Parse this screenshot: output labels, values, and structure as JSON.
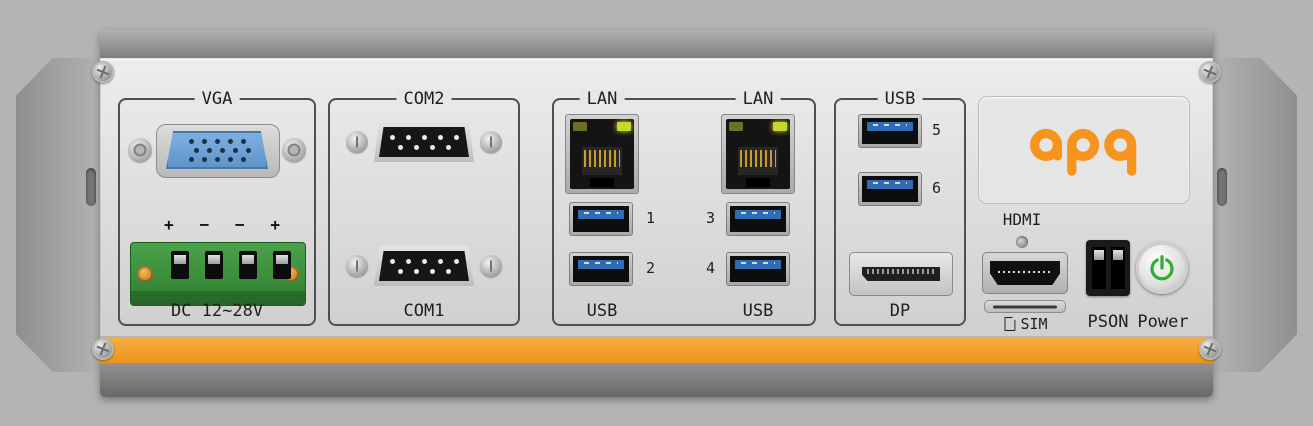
{
  "device": {
    "brand": "apq",
    "accent_color": "#f7941d",
    "stripe_color": "#ec941d"
  },
  "panel": {
    "vga": {
      "label": "VGA",
      "polarity": [
        "+",
        "−",
        "−",
        "+"
      ],
      "dc_label": "DC 12~28V"
    },
    "com": {
      "com2_label": "COM2",
      "com1_label": "COM1"
    },
    "lan_usb": {
      "lan_left": "LAN",
      "lan_right": "LAN",
      "usb_left": "USB",
      "usb_right": "USB",
      "ports": [
        "1",
        "2",
        "3",
        "4"
      ]
    },
    "usb_dp": {
      "usb_label": "USB",
      "ports": [
        "5",
        "6"
      ],
      "dp_label": "DP"
    },
    "io": {
      "hdmi": "HDMI",
      "sim": "SIM",
      "pson": "PSON",
      "power": "Power"
    }
  }
}
